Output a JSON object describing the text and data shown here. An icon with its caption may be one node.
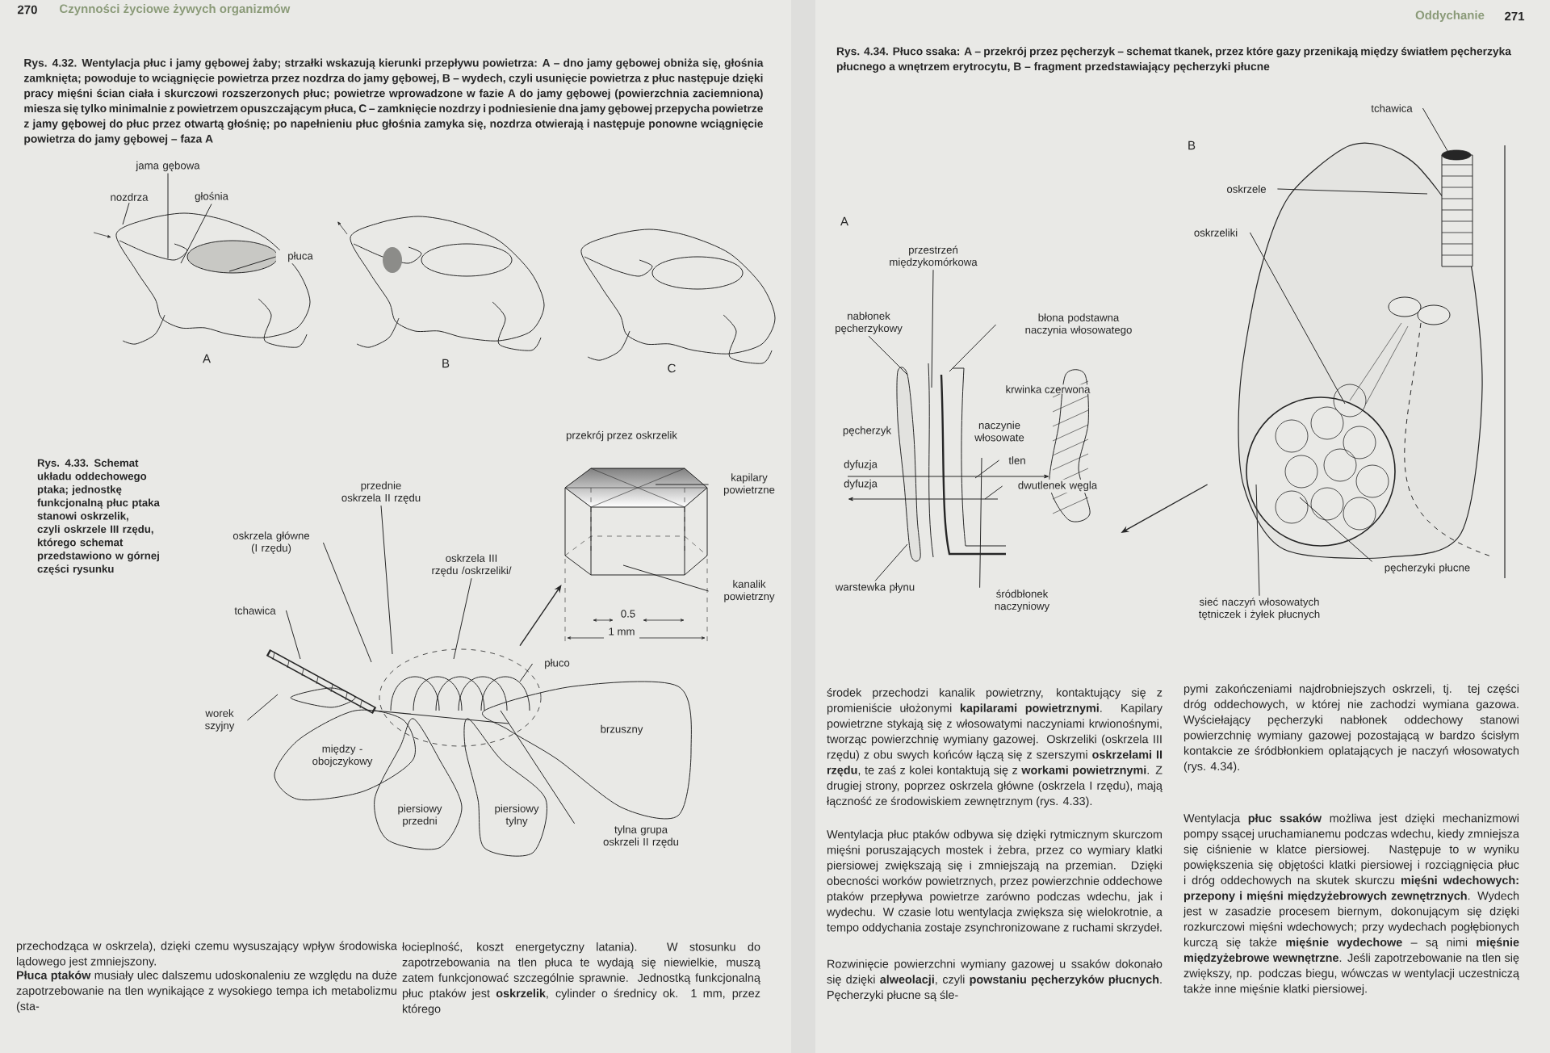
{
  "diagram": {
    "nodes": [
      {
        "text": [
          "jama gębowa"
        ]
      },
      {
        "text": [
          "nozdrza"
        ]
      },
      {
        "text": [
          "głośnia"
        ]
      },
      {
        "text": [
          "płuca"
        ],
        "in": 29
      },
      {
        "text": [
          "przednie oskrzela II rzędu"
        ]
      },
      {
        "text": [
          "oskrzela główne (I rzędu)"
        ]
      },
      {
        "text": [
          "oskrzela III rzędu /oskrzeliki/"
        ]
      },
      {
        "text": [
          "tchawica"
        ]
      },
      {
        "text": [],
        "shape": "picture"
      },
      {
        "text": [],
        "shape": "picture",
        "beside": [
          "przekrój przez oskrzelik"
        ]
      },
      {
        "text": [
          "kapilary powietrzne"
        ]
      },
      {
        "text": [
          "kanalik powietrzny"
        ]
      },
      {
        "text": [
          "płuco"
        ],
        "in": 8
      },
      {
        "text": [
          "worek szyjny"
        ]
      },
      {
        "text": [
          "tylna grupa oskrzeli II rzędu"
        ],
        "in": 8
      },
      {
        "text": [
          "tchawica"
        ]
      },
      {
        "text": [
          "oskrzele"
        ]
      },
      {
        "text": [
          "oskrzeliki"
        ]
      },
      {
        "text": [],
        "shape": "picture"
      },
      {
        "text": [],
        "shape": "picture",
        "beside": [
          "pęcherzyk"
        ]
      },
      {
        "text": [
          "przestrzeń międzykomórkowa"
        ]
      },
      {
        "text": [
          "nabłonek pęcherzykowy"
        ]
      },
      {
        "text": [
          "błona podstawna naczynia włosowatego"
        ]
      },
      {
        "text": [
          "tlen"
        ],
        "in": 19
      },
      {
        "text": [
          "dwutlenek węgla"
        ],
        "in": 19
      },
      {
        "text": [
          "warstewka płynu"
        ]
      },
      {
        "text": [
          "śródbłonek naczyniowy"
        ]
      },
      {
        "text": [
          "pęcherzyki płucne"
        ]
      },
      {
        "text": [
          "sieć naczyń włosowatych tętniczek i żyłek płucnych"
        ]
      },
      {
        "text": [],
        "shape": "picture"
      }
    ],
    "edges": [
      {
        "from": 0,
        "to": 29,
        "arrow": "none"
      },
      {
        "from": 1,
        "to": 29,
        "arrow": "none"
      },
      {
        "from": 2,
        "to": 29,
        "arrow": "none"
      },
      {
        "from": 3,
        "to": 29,
        "arrow": "none"
      },
      {
        "from": 4,
        "to": 8,
        "arrow": "none"
      },
      {
        "from": 5,
        "to": 8,
        "arrow": "none"
      },
      {
        "from": 6,
        "to": 8,
        "arrow": "none"
      },
      {
        "from": 7,
        "to": 8,
        "arrow": "none"
      },
      {
        "from": 8,
        "to": 9,
        "arrow": "to"
      },
      {
        "from": 10,
        "to": 9,
        "arrow": "none"
      },
      {
        "from": 11,
        "to": 9,
        "arrow": "none"
      },
      {
        "from": 12,
        "to": 8,
        "arrow": "none"
      },
      {
        "from": 13,
        "to": 8,
        "arrow": "none"
      },
      {
        "from": 14,
        "to": 8,
        "arrow": "none"
      },
      {
        "from": 15,
        "to": 18,
        "arrow": "none"
      },
      {
        "from": 16,
        "to": 18,
        "arrow": "none"
      },
      {
        "from": 17,
        "to": 18,
        "arrow": "none"
      },
      {
        "from": 18,
        "to": 19,
        "arrow": "to"
      },
      {
        "from": 20,
        "to": 19,
        "arrow": "none"
      },
      {
        "from": 21,
        "to": 19,
        "arrow": "none"
      },
      {
        "from": 22,
        "to": 19,
        "arrow": "none"
      },
      {
        "from": 23,
        "to": 19,
        "arrow": "none"
      },
      {
        "from": 24,
        "to": 19,
        "arrow": "none"
      },
      {
        "from": 25,
        "to": 19,
        "arrow": "none"
      },
      {
        "from": 26,
        "to": 19,
        "arrow": "none"
      },
      {
        "from": 27,
        "to": 18,
        "arrow": "none"
      },
      {
        "from": 28,
        "to": 18,
        "arrow": "none"
      }
    ],
    "labels": [
      "270",
      "Czynności życiowe żywych organizmów",
      "Rys. 4.32. Wentylacja płuc i jamy gębowej żaby; strzałki wskazują kierunki przepływu powietrza: A – dno jamy gębowej obniża się, głośnia zamknięta; powoduje to wciągnięcie powietrza przez nozdrza do jamy gębowej, B – wydech, czyli usunięcie powietrza z płuc następuje dzięki pracy mięśni ścian ciała i skurczowi rozszerzonych płuc; powietrze wprowadzone w fazie A do jamy gębowej (powierzchnia zaciemniona) miesza się tylko minimalnie z powietrzem opuszczającym płuca, C – zamknięcie nozdrzy i podniesienie dna jamy gębowej przepycha powietrze z jamy gębowej do płuc przez otwartą głośnię; po napełnieniu płuc głośnia zamyka się, nozdrza otwierają i następuje ponowne wciągnięcie powietrza do jamy gębowej – faza A",
      "A",
      "B",
      "C",
      "Rys. 4.33. Schemat układu oddechowego ptaka; jednostkę funkcjonalną płuc ptaka stanowi oskrzelik, czyli oskrzele III rzędu, którego schemat przedstawiono w górnej części rysunku",
      "0.5",
      "1 mm",
      "między - obojczykowy",
      "brzuszny",
      "piersiowy przedni",
      "piersiowy tylny",
      "przechodząca w oskrzela), dzięki czemu wysuszający wpływ środowiska lądowego jest zmniejszony.",
      "**Płuca ptaków** musiały ulec dalszemu udoskonaleniu ze względu na duże zapotrzebowanie na tlen wynikające z wysokiego tempa ich metabolizmu (sta-",
      "łocieplność, koszt energetyczny latania). W stosunku do zapotrzebowania na tlen płuca te wydają się niewielkie, muszą zatem funkcjonować szczególnie sprawnie. Jednostką funkcjonalną płuc ptaków jest **oskrzelik**, cylinder o średnicy ok. 1 mm, przez którego",
      "Oddychanie",
      "271",
      "Rys. 4.34. Płuco ssaka: A – przekrój przez pęcherzyk – schemat tkanek, przez które gazy przenikają między światłem pęcherzyka płucnego a wnętrzem erytrocytu, B – fragment przedstawiający pęcherzyki płucne",
      "B",
      "A",
      "krwinka czerwona",
      "naczynie włosowate",
      "dyfuzja",
      "dyfuzja",
      "środek przechodzi kanalik powietrzny, kontaktujący się z promieniście ułożonymi **kapilarami powietrznymi**. Kapilary powietrzne stykają się z włosowatymi naczyniami krwionośnymi, tworząc powierzchnię wymiany gazowej. Oskrzeliki (oskrzela III rzędu) z obu swych końców łączą się z szerszymi **oskrzelami II rzędu**, te zaś z kolei kontaktują się z **workami powietrznymi**. Z drugiej strony, poprzez oskrzela główne (oskrzela I rzędu), mają łączność ze środowiskiem zewnętrznym (rys. 4.33).",
      "Wentylacja płuc ptaków odbywa się dzięki rytmicznym skurczom mięśni poruszających mostek i żebra, przez co wymiary klatki piersiowej zwiększają się i zmniejszają na przemian. Dzięki obecności worków powietrznych, przez powierzchnie oddechowe ptaków przepływa powietrze zarówno podczas wdechu, jak i wydechu. W czasie lotu wentylacja zwiększa się wielokrotnie, a tempo oddychania zostaje zsynchronizowane z ruchami skrzydeł.",
      "Rozwinięcie powierzchni wymiany gazowej u ssaków dokonało się dzięki **alweolacji**, czyli **powstaniu pęcherzyków płucnych**. Pęcherzyki płucne są śle-",
      "pymi zakończeniami najdrobniejszych oskrzeli, tj. tej części dróg oddechowych, w której nie zachodzi wymiana gazowa. Wyściełający pęcherzyki nabłonek oddechowy stanowi powierzchnię wymiany gazowej pozostającą w bardzo ścisłym kontakcie ze śródbłonkiem oplatających je naczyń włosowatych (rys. 4.34).",
      "Wentylacja **płuc ssaków** możliwa jest dzięki mechanizmowi pompy ssącej uruchamianemu podczas wdechu, kiedy zmniejsza się ciśnienie w klatce piersiowej. Następuje to w wyniku powiększenia się objętości klatki piersiowej i rozciągnięcia płuc i dróg oddechowych na skutek skurczu **mięśni wdechowych: przepony i mięśni międzyżebrowych zewnętrznych**. Wydech jest w zasadzie procesem biernym, dokonującym się dzięki rozkurczowi mięśni wdechowych; przy wydechach pogłębionych kurczą się także **mięśnie wydechowe** – są nimi **mięśnie międzyżebrowe wewnętrzne**. Jeśli zapotrzebowanie na tlen się zwiększy, np. podczas biegu, wówczas w wentylacji uczestniczą także inne mięśnie klatki piersiowej."
    ]
  }
}
